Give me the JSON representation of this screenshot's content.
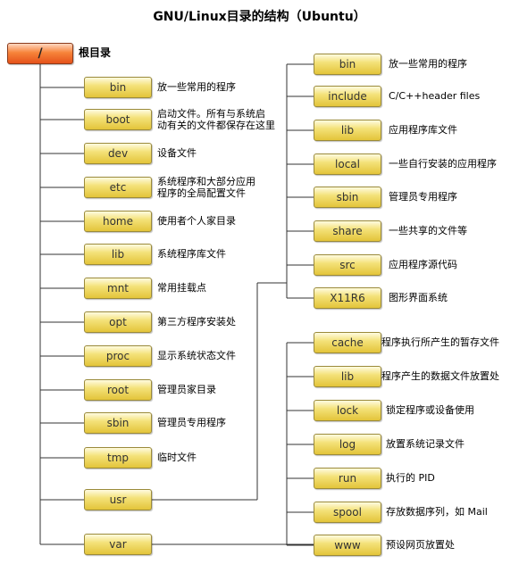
{
  "title": "GNU/Linux目录的结构（Ubuntu）",
  "root": {
    "label": "/",
    "desc": "根目录"
  },
  "left": [
    {
      "label": "bin",
      "desc": [
        "放一些常用的程序"
      ]
    },
    {
      "label": "boot",
      "desc": [
        "启动文件。所有与系统启",
        "动有关的文件都保存在这里"
      ]
    },
    {
      "label": "dev",
      "desc": [
        "设备文件"
      ]
    },
    {
      "label": "etc",
      "desc": [
        "系统程序和大部分应用",
        "程序的全局配置文件"
      ]
    },
    {
      "label": "home",
      "desc": [
        "使用者个人家目录"
      ]
    },
    {
      "label": "lib",
      "desc": [
        "系统程序库文件"
      ]
    },
    {
      "label": "mnt",
      "desc": [
        "常用挂载点"
      ]
    },
    {
      "label": "opt",
      "desc": [
        "第三方程序安装处"
      ]
    },
    {
      "label": "proc",
      "desc": [
        "显示系统状态文件"
      ]
    },
    {
      "label": "root",
      "desc": [
        "管理员家目录"
      ]
    },
    {
      "label": "sbin",
      "desc": [
        "管理员专用程序"
      ]
    },
    {
      "label": "tmp",
      "desc": [
        "临时文件"
      ]
    },
    {
      "label": "usr",
      "desc": []
    },
    {
      "label": "var",
      "desc": []
    }
  ],
  "usr_children": [
    {
      "label": "bin",
      "desc": "放一些常用的程序"
    },
    {
      "label": "include",
      "desc": "C/C++header files"
    },
    {
      "label": "lib",
      "desc": "应用程序库文件"
    },
    {
      "label": "local",
      "desc": "一些自行安装的应用程序"
    },
    {
      "label": "sbin",
      "desc": "管理员专用程序"
    },
    {
      "label": "share",
      "desc": "一些共享的文件等"
    },
    {
      "label": "src",
      "desc": "应用程序源代码"
    },
    {
      "label": "X11R6",
      "desc": "图形界面系统"
    }
  ],
  "var_children": [
    {
      "label": "cache",
      "desc": "程序执行所产生的暂存文件"
    },
    {
      "label": "lib",
      "desc": "程序产生的数据文件放置处"
    },
    {
      "label": "lock",
      "desc": "锁定程序或设备使用"
    },
    {
      "label": "log",
      "desc": "放置系统记录文件"
    },
    {
      "label": "run",
      "desc": "执行的 PID"
    },
    {
      "label": "spool",
      "desc": "存放数据序列，如 Mail"
    },
    {
      "label": "www",
      "desc": "预设网页放置处"
    }
  ]
}
